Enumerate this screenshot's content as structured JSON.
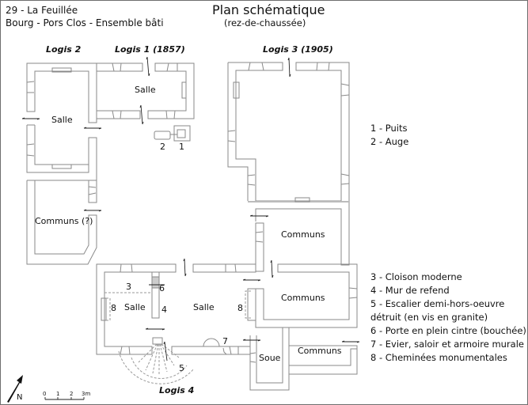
{
  "header": {
    "line1": "29 - La Feuillée",
    "line2": "Bourg - Pors Clos - Ensemble bâti",
    "title": "Plan schématique",
    "subtitle": "(rez-de-chaussée)"
  },
  "buildings": {
    "logis2": "Logis 2",
    "logis1": "Logis 1 (1857)",
    "logis3": "Logis 3 (1905)",
    "logis4": "Logis 4"
  },
  "rooms": {
    "salle_logis2": "Salle",
    "salle_logis1": "Salle",
    "communs_q": "Communs (?)",
    "communs_1": "Communs",
    "communs_2": "Communs",
    "communs_3": "Communs",
    "soue": "Soue",
    "salle_logis4_west": "Salle",
    "salle_logis4_east": "Salle"
  },
  "markers": {
    "m1": "1",
    "m2": "2",
    "m3": "3",
    "m4": "4",
    "m5": "5",
    "m6": "6",
    "m7": "7",
    "m8a": "8",
    "m8b": "8"
  },
  "legend_top": [
    "1 - Puits",
    "2 - Auge"
  ],
  "legend_bottom": [
    "3 - Cloison moderne",
    "4 - Mur de refend",
    "5 - Escalier demi-hors-oeuvre",
    "détruit (en vis en granite)",
    "6 - Porte en plein cintre (bouchée)",
    "7 - Evier, saloir et armoire murale",
    "8 - Cheminées monumentales"
  ],
  "north": {
    "label": "N"
  },
  "scale": {
    "ticks": [
      "0",
      "1",
      "2",
      "3m"
    ]
  }
}
